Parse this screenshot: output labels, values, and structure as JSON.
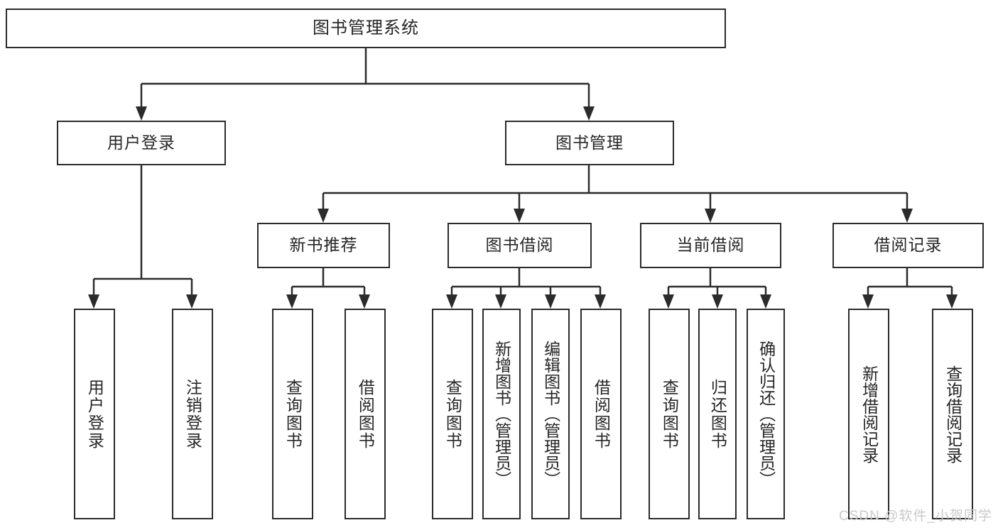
{
  "diagram": {
    "title": "图书管理系统",
    "type": "hierarchy-tree",
    "colors": {
      "stroke": "#2b2b2b",
      "fill": "#ffffff",
      "text": "#262626",
      "watermark": "#c9c9c9"
    },
    "root": {
      "label": "图书管理系统"
    },
    "level2": [
      {
        "id": "user-login",
        "label": "用户登录"
      },
      {
        "id": "book-manage",
        "label": "图书管理"
      }
    ],
    "level3": [
      {
        "id": "new-book-recommend",
        "label": "新书推荐"
      },
      {
        "id": "book-borrow",
        "label": "图书借阅"
      },
      {
        "id": "current-borrow",
        "label": "当前借阅"
      },
      {
        "id": "borrow-record",
        "label": "借阅记录"
      }
    ],
    "leaves": [
      {
        "id": "leaf-user-login",
        "label": "用户登录",
        "parent": "user-login"
      },
      {
        "id": "leaf-user-logout",
        "label": "注销登录",
        "parent": "user-login"
      },
      {
        "id": "leaf-query-book-1",
        "label": "查询图书",
        "parent": "new-book-recommend"
      },
      {
        "id": "leaf-borrow-book-1",
        "label": "借阅图书",
        "parent": "new-book-recommend"
      },
      {
        "id": "leaf-query-book-2",
        "label": "查询图书",
        "parent": "book-borrow"
      },
      {
        "id": "leaf-add-book",
        "label": "新增图书（管理员）",
        "parent": "book-borrow"
      },
      {
        "id": "leaf-edit-book",
        "label": "编辑图书（管理员）",
        "parent": "book-borrow"
      },
      {
        "id": "leaf-borrow-book-2",
        "label": "借阅图书",
        "parent": "book-borrow"
      },
      {
        "id": "leaf-query-book-3",
        "label": "查询图书",
        "parent": "current-borrow"
      },
      {
        "id": "leaf-return-book",
        "label": "归还图书",
        "parent": "current-borrow"
      },
      {
        "id": "leaf-confirm-return",
        "label": "确认归还（管理员）",
        "parent": "current-borrow"
      },
      {
        "id": "leaf-add-record",
        "label": "新增借阅记录",
        "parent": "borrow-record"
      },
      {
        "id": "leaf-query-record",
        "label": "查询借阅记录",
        "parent": "borrow-record"
      }
    ],
    "watermark": "CSDN @软件_小贺同学"
  }
}
